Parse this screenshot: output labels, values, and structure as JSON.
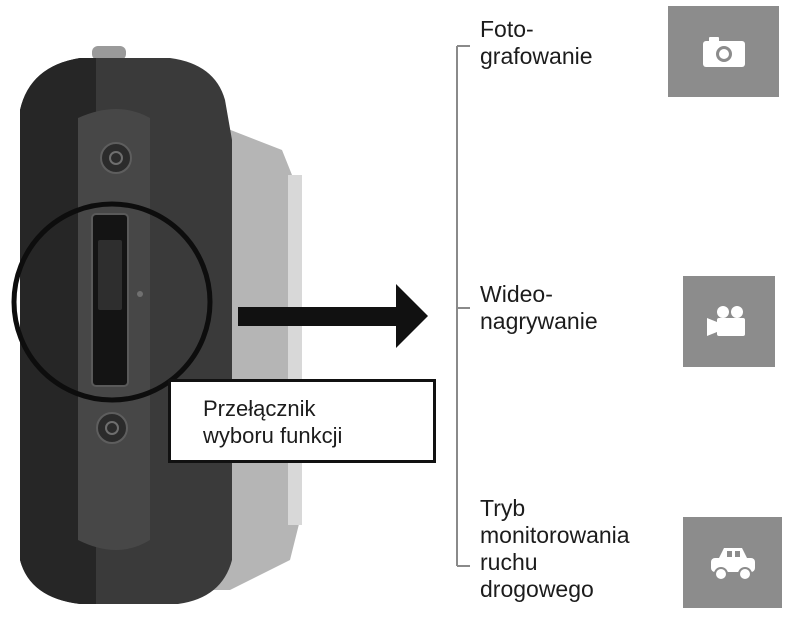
{
  "callout": {
    "lines": [
      "Przełącznik",
      "wyboru funkcji"
    ]
  },
  "modes": [
    {
      "lines": [
        "Foto-",
        "grafowanie"
      ],
      "icon": "camera-icon"
    },
    {
      "lines": [
        "Wideo-",
        "nagrywanie"
      ],
      "icon": "video-camera-icon"
    },
    {
      "lines": [
        "Tryb",
        "monitorowania",
        "ruchu",
        "drogowego"
      ],
      "icon": "car-icon"
    }
  ],
  "colors": {
    "icon_tile": "#8c8c8c",
    "icon_glyph": "#ffffff",
    "device_body": "#3a3a3a",
    "device_dark": "#1e1e1e",
    "bracket_line": "#8a8a8a",
    "arrow": "#111111"
  }
}
